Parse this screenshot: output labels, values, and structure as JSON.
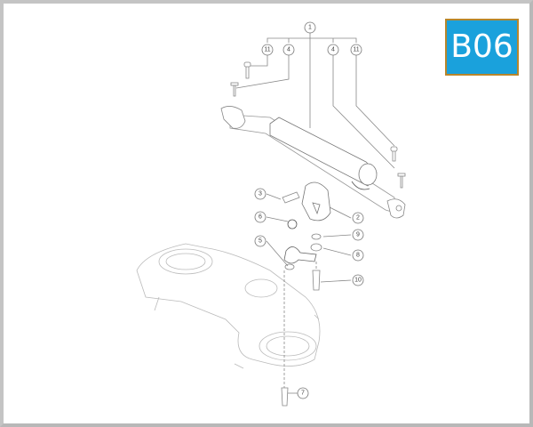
{
  "badge": {
    "label": "B06",
    "background": "#1aa1dc",
    "border": "#b8862b"
  },
  "callouts": [
    "1",
    "11",
    "4",
    "4",
    "11",
    "3",
    "2",
    "6",
    "9",
    "5",
    "8",
    "10",
    "7"
  ]
}
